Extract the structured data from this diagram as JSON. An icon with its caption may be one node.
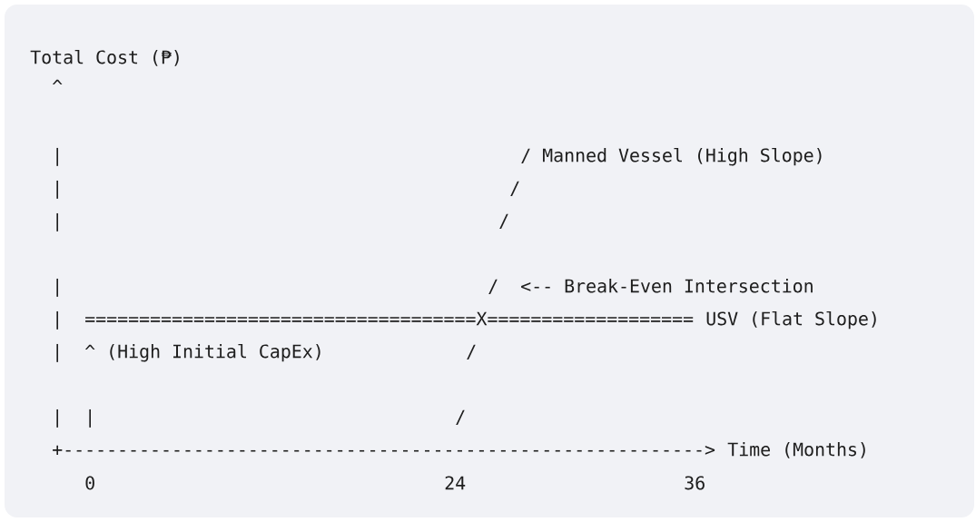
{
  "diagram": {
    "labels": [
      "Total Cost (₱)",
      "^",
      "|",
      "/ Manned Vessel (High Slope)",
      "|",
      "/",
      "|",
      "/",
      "|",
      "/",
      "<-- Break-Even Intersection",
      "|",
      "====================================X===================",
      "USV (Flat Slope)",
      "|",
      "^ (High Initial CapEx)",
      "/",
      "|",
      "|",
      "/",
      "+----------------------------------------------------------->",
      "Time (Months)",
      "0",
      "24",
      "36"
    ]
  }
}
